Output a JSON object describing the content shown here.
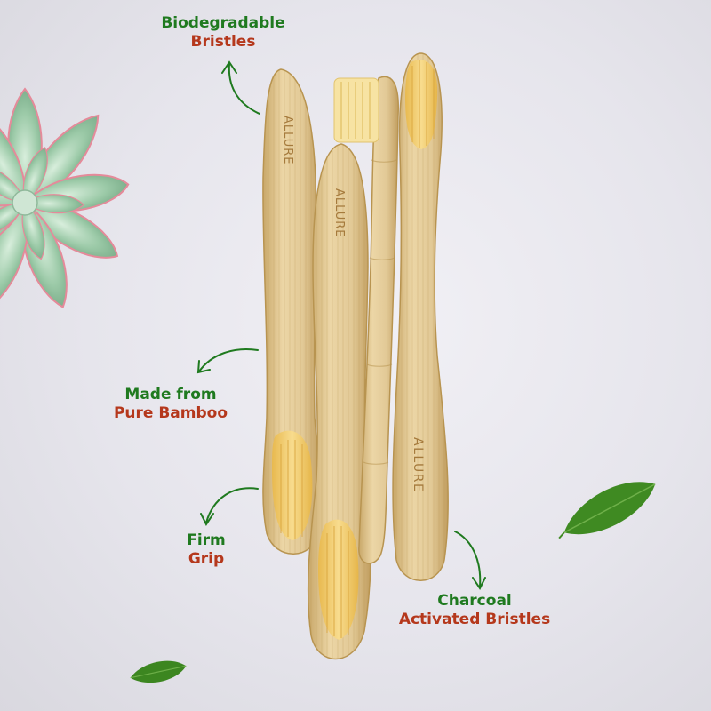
{
  "colors": {
    "green_text": "#1f7a1f",
    "red_text": "#b5381c",
    "bamboo": "#e2c996",
    "bamboo_dark": "#c9a86a",
    "bristle": "#f3d27a",
    "leaf": "#3f8a22",
    "succulent": "#8fc49e",
    "succulent_edge": "#e58a9a"
  },
  "brand": "ALLURE",
  "callouts": {
    "bristles": {
      "line1": "Biodegradable",
      "line2": "Bristles"
    },
    "bamboo": {
      "line1": "Made from",
      "line2": "Pure Bamboo"
    },
    "grip": {
      "line1": "Firm",
      "line2": "Grip"
    },
    "charcoal": {
      "line1": "Charcoal",
      "line2": "Activated Bristles"
    }
  },
  "objects": [
    "succulent-plant",
    "toothbrush",
    "toothbrush",
    "toothbrush",
    "toothbrush",
    "leaf",
    "leaf"
  ]
}
